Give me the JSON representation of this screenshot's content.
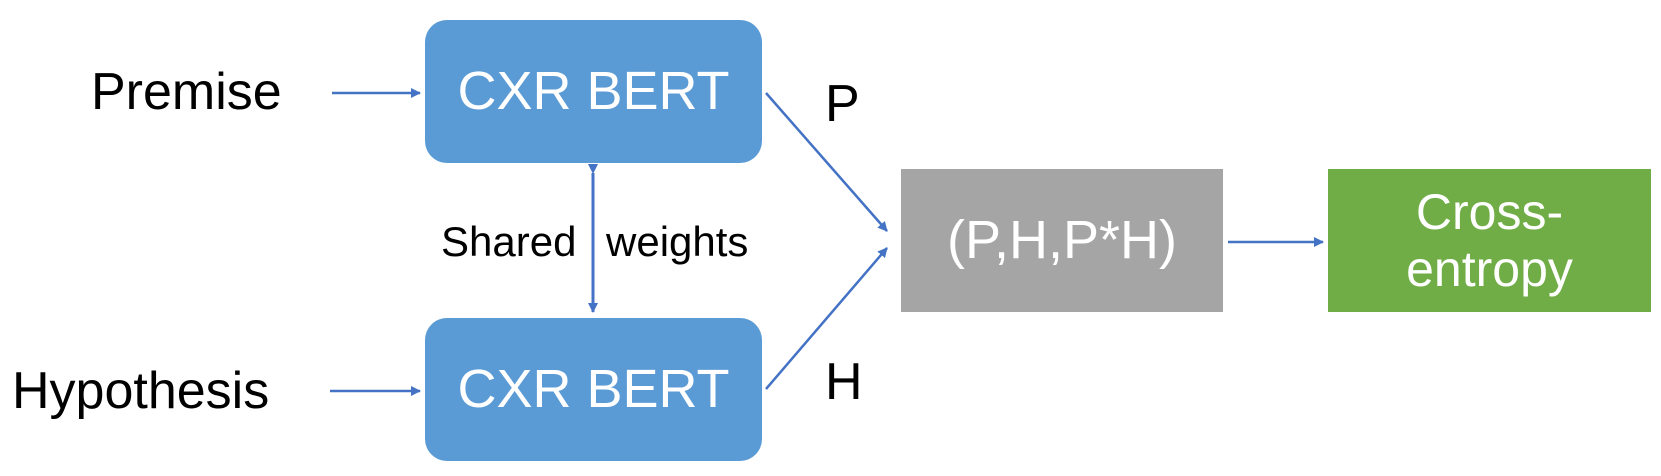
{
  "inputs": {
    "premise": "Premise",
    "hypothesis": "Hypothesis"
  },
  "encoders": {
    "top": "CXR BERT",
    "bottom": "CXR BERT",
    "shared_left": "Shared",
    "shared_right": "weights"
  },
  "outputs": {
    "p_label": "P",
    "h_label": "H"
  },
  "combine": {
    "label": "(P,H,P*H)"
  },
  "loss": {
    "label": "Cross-\nentropy"
  },
  "colors": {
    "encoder": "#5b9bd5",
    "combine": "#a5a5a5",
    "loss": "#70ad47",
    "arrow": "#4472c4"
  }
}
